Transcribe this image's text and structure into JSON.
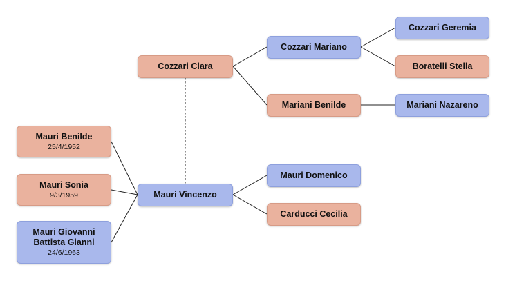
{
  "nodes": {
    "cozzari_clara": {
      "name": "Cozzari Clara",
      "gender": "female"
    },
    "cozzari_mariano": {
      "name": "Cozzari Mariano",
      "gender": "male"
    },
    "cozzari_geremia": {
      "name": "Cozzari Geremia",
      "gender": "male"
    },
    "boratelli_stella": {
      "name": "Boratelli Stella",
      "gender": "female"
    },
    "mariani_benilde": {
      "name": "Mariani Benilde",
      "gender": "female"
    },
    "mariani_nazareno": {
      "name": "Mariani Nazareno",
      "gender": "male"
    },
    "mauri_benilde": {
      "name": "Mauri Benilde",
      "date": "25/4/1952",
      "gender": "female"
    },
    "mauri_sonia": {
      "name": "Mauri Sonia",
      "date": "9/3/1959",
      "gender": "female"
    },
    "mauri_giovanni": {
      "name_line1": "Mauri Giovanni",
      "name_line2": "Battista Gianni",
      "date": "24/6/1963",
      "gender": "male"
    },
    "mauri_vincenzo": {
      "name": "Mauri Vincenzo",
      "gender": "male"
    },
    "mauri_domenico": {
      "name": "Mauri Domenico",
      "gender": "male"
    },
    "carducci_cecilia": {
      "name": "Carducci Cecilia",
      "gender": "female"
    }
  },
  "colors": {
    "female_fill": "#eab29e",
    "male_fill": "#a9b8ec",
    "connector": "#222222",
    "spouse_link": "#555555"
  }
}
